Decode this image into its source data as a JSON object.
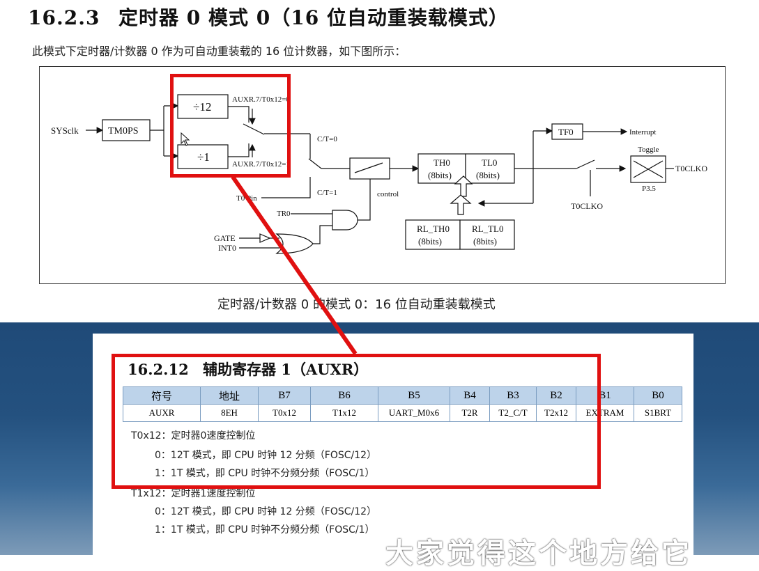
{
  "section": {
    "number": "16.2.3",
    "title": "定时器 0 模式 0（16 位自动重装载模式）"
  },
  "intro": "此模式下定时器/计数器 0 作为可自动重装载的 16 位计数器，如下图所示：",
  "diagram": {
    "sysclk": "SYSclk",
    "tm0ps": "TM0PS",
    "div12": "÷12",
    "div1": "÷1",
    "auxr_top": "AUXR.7/T0x12=0",
    "auxr_bot": "AUXR.7/T0x12=1",
    "ct0": "C/T=0",
    "ct1": "C/T=1",
    "t0pin": "T0 Pin",
    "control": "control",
    "tr0": "TR0",
    "gate": "GATE",
    "int0": "INT0",
    "th0": "TH0",
    "th0_bits": "(8bits)",
    "tl0": "TL0",
    "tl0_bits": "(8bits)",
    "rlth0": "RL_TH0",
    "rlth0_bits": "(8bits)",
    "rltl0": "RL_TL0",
    "rltl0_bits": "(8bits)",
    "tf0": "TF0",
    "interrupt": "Interrupt",
    "toggle": "Toggle",
    "t0clko_right": "T0CLKO",
    "p35": "P3.5",
    "t0clko_bottom": "T0CLKO"
  },
  "caption": "定时器/计数器 0 的模式 0：16 位自动重装载模式",
  "register_section": {
    "number": "16.2.12",
    "title": "辅助寄存器 1（AUXR）"
  },
  "register_table": {
    "headers": [
      "符号",
      "地址",
      "B7",
      "B6",
      "B5",
      "B4",
      "B3",
      "B2",
      "B1",
      "B0"
    ],
    "row": [
      "AUXR",
      "8EH",
      "T0x12",
      "T1x12",
      "UART_M0x6",
      "T2R",
      "T2_C/T",
      "T2x12",
      "EXTRAM",
      "S1BRT"
    ]
  },
  "descriptions": {
    "t0x12_title": "T0x12：定时器0速度控制位",
    "t0x12_0": "0：12T 模式，即 CPU 时钟 12 分频（FOSC/12）",
    "t0x12_1": "1：1T 模式，即 CPU 时钟不分频分频（FOSC/1）",
    "t1x12_title": "T1x12：定时器1速度控制位",
    "t1x12_0": "0：12T 模式，即 CPU 时钟 12 分频（FOSC/12）",
    "t1x12_1": "1：1T 模式，即 CPU 时钟不分频分频（FOSC/1）"
  },
  "banner": "大家觉得这个地方给它",
  "colors": {
    "highlight": "#e01010",
    "table_header": "#bdd3ea",
    "background_blue": "#1f4a78"
  }
}
